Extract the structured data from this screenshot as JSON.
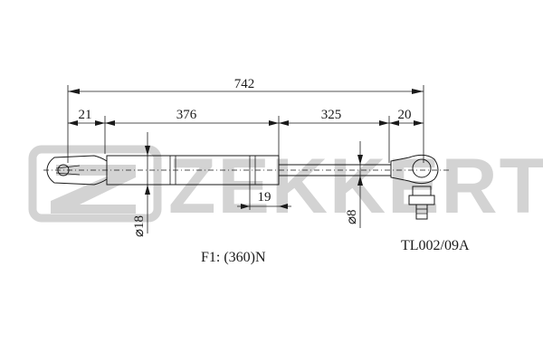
{
  "watermark": {
    "brand": "ZEKKERT"
  },
  "dimensions": {
    "overall_length": "742",
    "left_end": "21",
    "cylinder": "376",
    "rod": "325",
    "right_end": "20",
    "shoulder": "19",
    "cylinder_diameter": "⌀18",
    "rod_diameter": "⌀8"
  },
  "notes": {
    "force": "F1:  (360)N",
    "part_number": "TL002/09A"
  },
  "colors": {
    "line": "#1a1a1a",
    "watermark": "#d3d3d3",
    "background": "#ffffff"
  }
}
